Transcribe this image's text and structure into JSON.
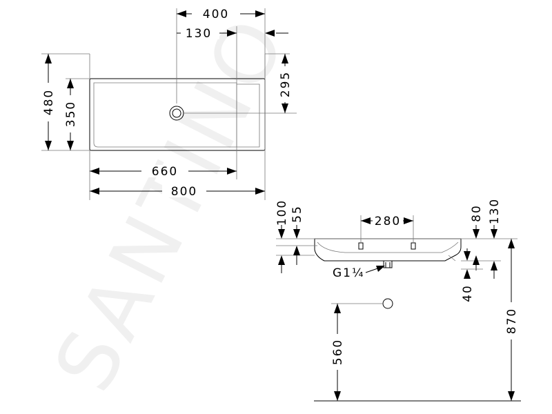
{
  "watermark": "SANTINO",
  "top_view": {
    "dim_400": "400",
    "dim_130": "130",
    "dim_295": "295",
    "dim_480": "480",
    "dim_350": "350",
    "dim_660": "660",
    "dim_800": "800"
  },
  "side_view": {
    "dim_100": "100",
    "dim_55": "55",
    "dim_280": "280",
    "dim_80": "80",
    "dim_130": "130",
    "dim_40": "40",
    "dim_560": "560",
    "dim_870": "870",
    "thread_label": "G1¼"
  },
  "colors": {
    "line": "#000000",
    "watermark": "#f0f0f0",
    "background": "#ffffff"
  }
}
